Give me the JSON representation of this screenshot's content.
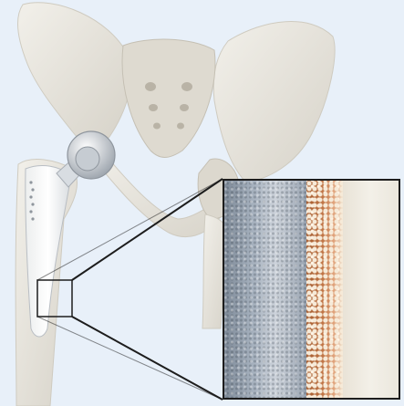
{
  "scene": {
    "subject": "hip-implant-illustration",
    "background_color": "#e8f0f9",
    "bone_color": "#e6e3da",
    "implant_color": "#d2d7dd",
    "callout_line_color": "#1d1d1d",
    "inset_layers": [
      "metal-stem-surface",
      "porous-coating",
      "bone-tissue"
    ]
  }
}
